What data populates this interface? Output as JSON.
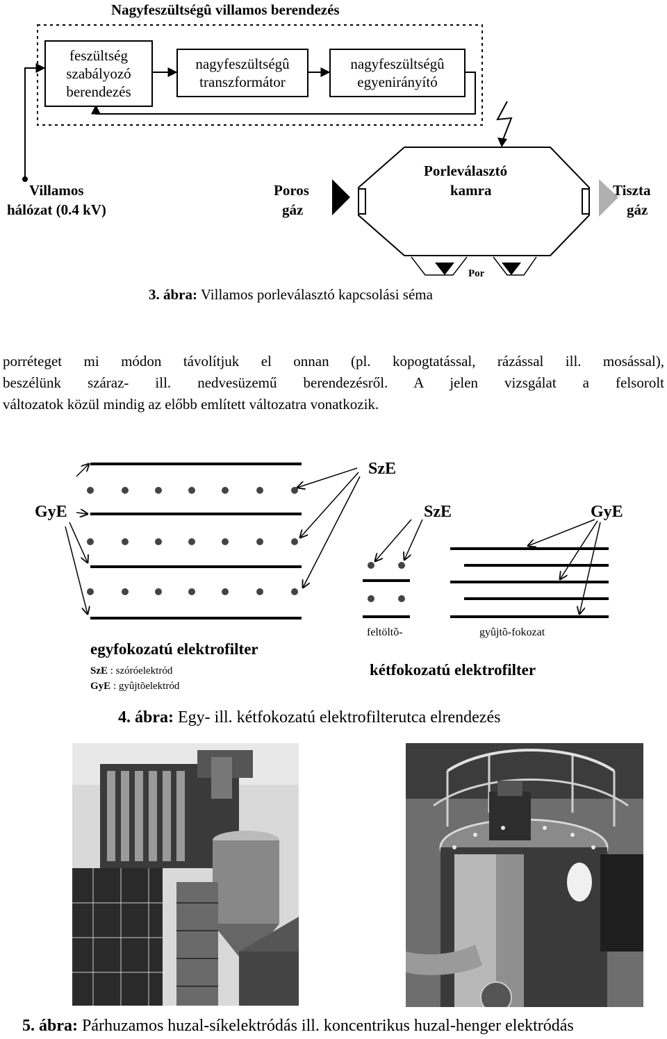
{
  "fig3": {
    "title": "Nagyfeszültségû villamos berendezés",
    "box1": [
      "feszültség",
      "szabályozó",
      "berendezés"
    ],
    "box2": [
      "nagyfeszültségû",
      "transzformátor"
    ],
    "box3": [
      "nagyfeszültségû",
      "egyenirányító"
    ],
    "network": [
      "Villamos",
      "hálózat (0.4 kV)"
    ],
    "inlet": [
      "Poros",
      "gáz"
    ],
    "chamber": [
      "Porleválasztó",
      "kamra"
    ],
    "outlet": [
      "Tiszta",
      "gáz"
    ],
    "dust": "Por",
    "caption_num": "3. ábra:",
    "caption_text": " Villamos porleválasztó kapcsolási séma"
  },
  "paragraph": {
    "lines": [
      "porréteget mi módon távolítjuk el onnan (pl. kopogtatással, rázással ill. mosással),",
      "beszélünk száraz- ill. nedvesüzemű berendezésről. A jelen vizsgálat a felsorolt",
      "változatok közül mindig az előbb említett változatra vonatkozik."
    ]
  },
  "fig4": {
    "sze_top": "SzE",
    "gye_left": "GyE",
    "sze_mid": "SzE",
    "gye_right": "GyE",
    "one_stage": "egyfokozatú elektrofilter",
    "legend_sze_key": "SzE",
    "legend_sze_val": " : szóróelektród",
    "legend_gye_key": "GyE",
    "legend_gye_val": " : gyûjtõelektród",
    "charging": "feltöltõ-",
    "collecting": "gyûjtõ-fokozat",
    "two_stage": "kétfokozatú elektrofilter",
    "caption_num": "4. ábra:",
    "caption_text": " Egy- ill. kétfokozatú elektrofilterutca elrendezés"
  },
  "fig5": {
    "caption_num": "5. ábra:",
    "caption_text": " Párhuzamos huzal-síkelektródás ill. koncentrikus huzal-henger elektródás"
  }
}
